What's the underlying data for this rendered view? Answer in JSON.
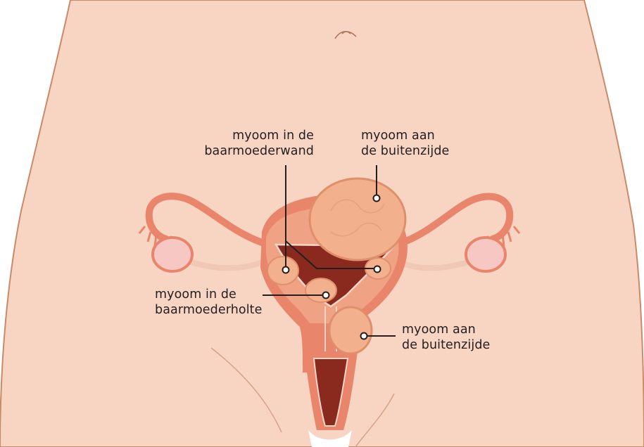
{
  "labels": {
    "intramural": {
      "line1": "myoom in de",
      "line2": "baarmoederwand"
    },
    "subserosal_top": {
      "line1": "myoom aan",
      "line2": "de buitenzijde"
    },
    "submucosal": {
      "line1": "myoom in de",
      "line2": "baarmoederholte"
    },
    "subserosal_low": {
      "line1": "myoom aan",
      "line2": "de buitenzijde"
    }
  },
  "colors": {
    "skin": "#f8d4c3",
    "skin_outline": "#c98a6a",
    "uterus_outer": "#e9856a",
    "uterus_wall": "#f0a284",
    "cavity": "#8a2a1f",
    "fibroid": "#f2b08c",
    "fibroid_dark": "#e08f6c",
    "ovary": "#f6c7c3",
    "leader_line": "#231f20"
  }
}
